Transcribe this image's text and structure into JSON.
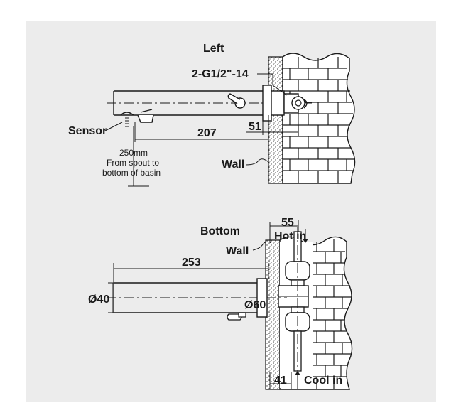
{
  "labels": {
    "left_view_title": "Left",
    "thread": "2-G1/2\"-14",
    "sensor": "Sensor",
    "dim_207": "207",
    "dim_51": "51",
    "basin_note_1": "250mm",
    "basin_note_2": "From spout to",
    "basin_note_3": "bottom of basin",
    "wall_top": "Wall",
    "bottom_view_title": "Bottom",
    "dim_55": "55",
    "hot_in": "Hot in",
    "wall_bottom": "Wall",
    "dim_253": "253",
    "dia_40": "Ø40",
    "dia_60": "Ø60",
    "dim_41": "41",
    "cool_in": "Cool in"
  },
  "colors": {
    "background": "#ffffff",
    "panel": "#ececec",
    "ink": "#1a1a1a",
    "wall_fill": "#ffffff"
  }
}
